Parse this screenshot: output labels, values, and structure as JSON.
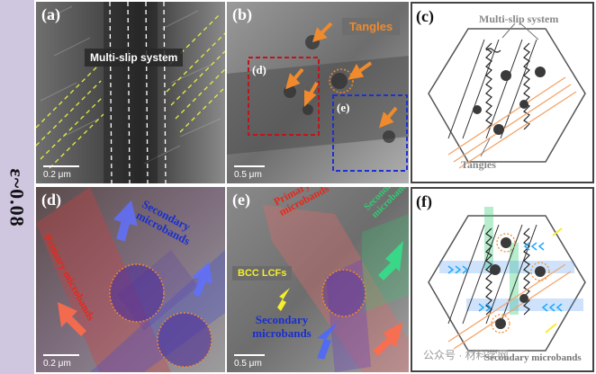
{
  "side_label": "ε~0.08",
  "panels": {
    "a": {
      "label": "(a)",
      "tag": "Multi-slip system",
      "scale": "0.2 μm"
    },
    "b": {
      "label": "(b)",
      "tag": "Tangles",
      "sub_d": "(d)",
      "sub_e": "(e)",
      "scale": "0.5 μm"
    },
    "c": {
      "label": "(c)",
      "multi_slip": "Multi-slip system",
      "tangles": "Tangles"
    },
    "d": {
      "label": "(d)",
      "primary": "Primary microbands",
      "secondary": "Secondary microbands",
      "scale": "0.2 μm"
    },
    "e": {
      "label": "(e)",
      "primary": "Primary microbands",
      "secondary_top": "Secondary microbands",
      "bcc": "BCC LCFs",
      "secondary_bottom": "Secondary microbands",
      "scale": "0.5 μm"
    },
    "f": {
      "label": "(f)",
      "secondary": "Secondary microbands"
    }
  },
  "watermark": "公众号 · 材料学网",
  "colors": {
    "red": "#e8271a",
    "blue": "#1a2fcf",
    "green": "#2ecc71",
    "orange": "#f08a2c",
    "yellow": "#f6ee2a",
    "red_box": "#c0141b",
    "blue_box": "#1e2fd6"
  }
}
